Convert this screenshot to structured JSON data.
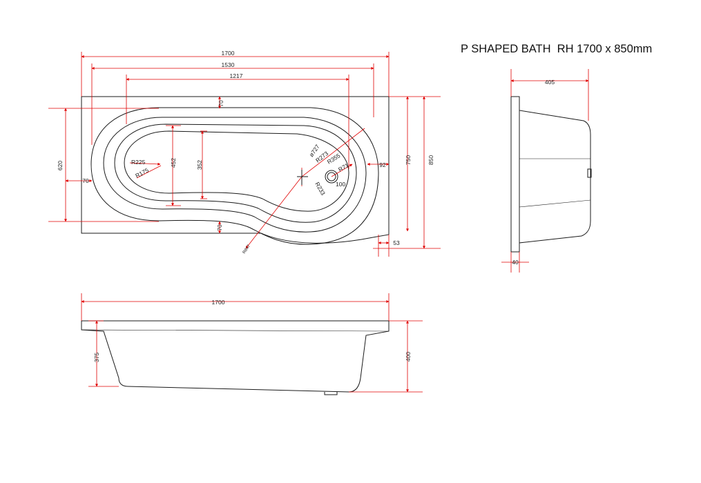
{
  "title": "P SHAPED BATH  RH 1700 x 850mm",
  "colors": {
    "outline": "#1a1a1a",
    "dimension": "#e00000",
    "text": "#222222"
  },
  "plan_dims": {
    "overall_length": "1700",
    "inner_length": "1530",
    "basin_length": "1217",
    "rim_top": "70",
    "rim_left": "70",
    "rim_bottom": "70",
    "inner_width": "620",
    "basin_width_outer": "452",
    "basin_width_inner": "352",
    "inner_depth_right": "750",
    "overall_width": "850",
    "rim_right": "92",
    "step": "53",
    "r_left_outer": "R225",
    "r_left_inner": "R175",
    "dia_curve": "ø727",
    "r_curve_a": "R273",
    "r_curve_b": "R355",
    "r_curve_c": "R71",
    "r_curve_d": "R233",
    "waste": "100",
    "r_large": "R847"
  },
  "end_dims": {
    "top_width": "405",
    "rim_thickness": "40"
  },
  "side_dims": {
    "overall_length": "1700",
    "depth": "375",
    "overall_height": "400"
  }
}
